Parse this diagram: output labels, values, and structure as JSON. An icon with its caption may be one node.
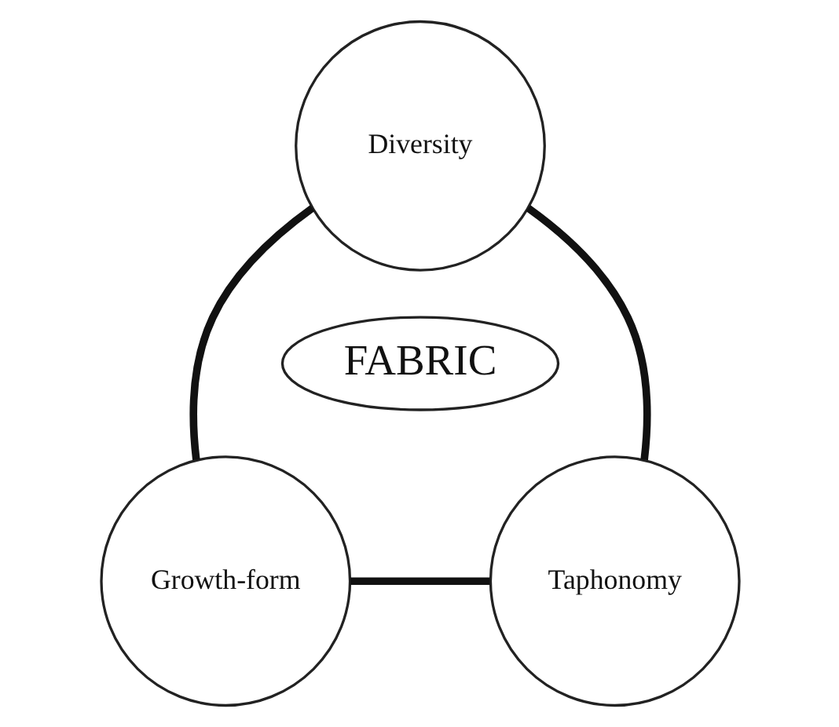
{
  "diagram": {
    "nodes": [
      {
        "text": [
          "Diversity"
        ]
      },
      {
        "text": [
          "FABRIC"
        ]
      },
      {
        "text": [
          "Growth-form"
        ]
      },
      {
        "text": [
          "Taphonomy"
        ]
      }
    ],
    "edges": [
      {
        "from": 0,
        "to": 2,
        "arrow": "none"
      },
      {
        "from": 0,
        "to": 3,
        "arrow": "none"
      },
      {
        "from": 2,
        "to": 3,
        "arrow": "none"
      }
    ]
  }
}
